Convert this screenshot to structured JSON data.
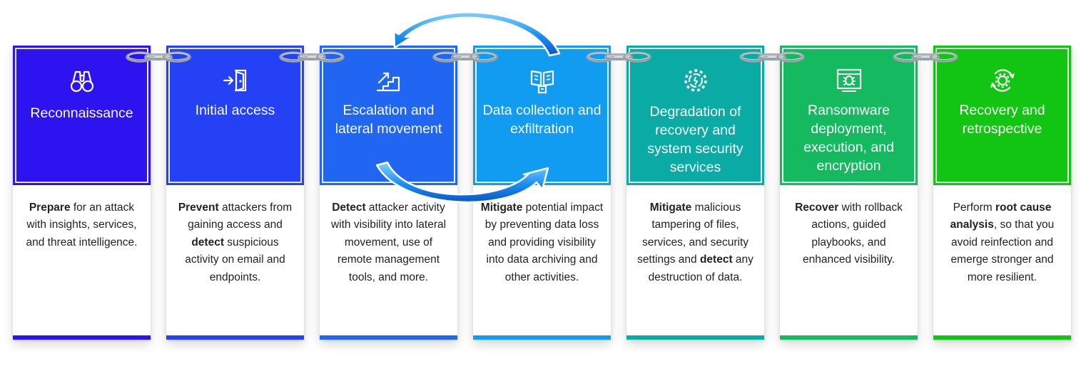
{
  "stages": [
    {
      "title": "Reconnaissance",
      "icon": "binoculars-icon",
      "color": "#2d13f0",
      "desc": [
        [
          "Prepare",
          true
        ],
        [
          " for an attack with insights, services, and threat intelligence.",
          false
        ]
      ]
    },
    {
      "title": "Initial access",
      "icon": "door-enter-icon",
      "color": "#2441f5",
      "desc": [
        [
          "Prevent",
          true
        ],
        [
          " attackers from gaining access and ",
          false
        ],
        [
          "detect",
          true
        ],
        [
          " suspicious activity on email and endpoints.",
          false
        ]
      ]
    },
    {
      "title": "Escalation and lateral movement",
      "icon": "stairs-up-icon",
      "color": "#2166f2",
      "desc": [
        [
          "Detect",
          true
        ],
        [
          " attacker activity with visibility into lateral movement, use of remote management tools, and more.",
          false
        ]
      ]
    },
    {
      "title": "Data collection and exfiltration",
      "icon": "data-book-icon",
      "color": "#119cf1",
      "desc": [
        [
          "Mitigate",
          true
        ],
        [
          " potential impact by preventing data loss and providing visibility into data archiving and other activities.",
          false
        ]
      ]
    },
    {
      "title": "Degradation of recovery and system security services",
      "icon": "broken-gear-icon",
      "color": "#0aaaa5",
      "desc": [
        [
          "Mitigate",
          true
        ],
        [
          " malicious tampering of files, services, and security settings and ",
          false
        ],
        [
          "detect",
          true
        ],
        [
          " any destruction of data.",
          false
        ]
      ]
    },
    {
      "title": "Ransomware deployment, execution, and encryption",
      "icon": "bug-screen-icon",
      "color": "#15b95f",
      "desc": [
        [
          "Recover",
          true
        ],
        [
          " with rollback actions, guided playbooks, and enhanced visibility.",
          false
        ]
      ]
    },
    {
      "title": "Recovery and retrospective",
      "icon": "gear-cycle-icon",
      "color": "#13c513",
      "desc": [
        [
          "Perform ",
          false
        ],
        [
          "root cause analysis",
          true
        ],
        [
          ", so that you avoid reinfection and emerge stronger and more resilient.",
          false
        ]
      ]
    }
  ],
  "decor": {
    "chain_color": "#9aa1a8",
    "arrow_color": "#1c8ef3",
    "connectors": [
      "chain-link-icon"
    ],
    "cycle": [
      "cycle-arrow-top-icon",
      "cycle-arrow-bottom-icon"
    ]
  }
}
